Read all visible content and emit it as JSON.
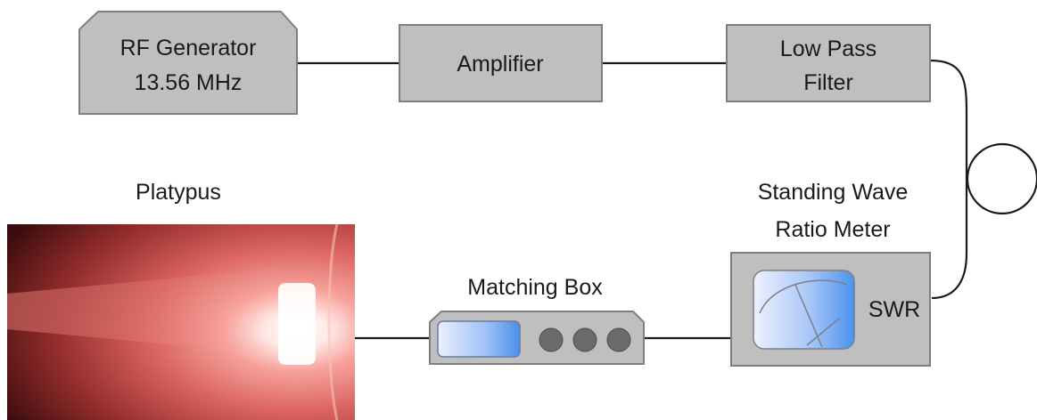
{
  "blocks": {
    "rf_generator": {
      "line1": "RF Generator",
      "line2": "13.56 MHz"
    },
    "amplifier": {
      "label": "Amplifier"
    },
    "low_pass_filter": {
      "line1": "Low Pass",
      "line2": "Filter"
    },
    "swr_meter": {
      "title_line1": "Standing Wave",
      "title_line2": "Ratio Meter",
      "face_label": "SWR"
    },
    "matching_box": {
      "label": "Matching Box"
    },
    "platypus": {
      "label": "Platypus"
    }
  },
  "colors": {
    "box_fill": "#bfbfbf",
    "box_stroke": "#7f7f7f",
    "wire": "#1a1a1a",
    "plasma_glow": "#e8625c",
    "display_blue": "#5aa0f0",
    "knob": "#6b6b6b"
  }
}
